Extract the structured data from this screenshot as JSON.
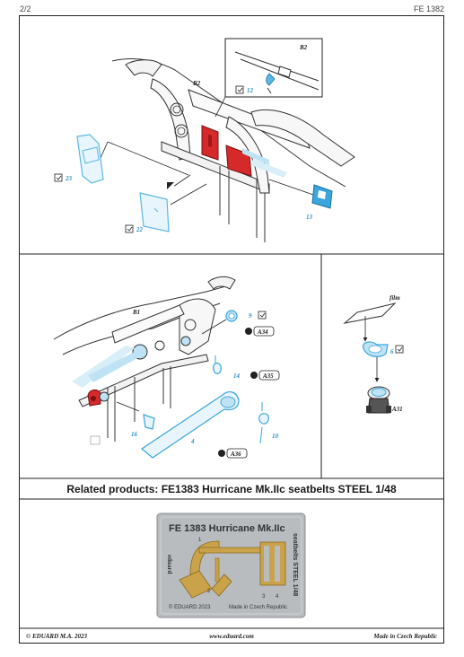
{
  "header": {
    "page": "2/2",
    "code": "FE 1382"
  },
  "diagram_top": {
    "labels": {
      "b2_main": "B2",
      "b2_inset": "B2"
    },
    "parts": {
      "p12": "12",
      "p13": "13",
      "p22": "22",
      "p23": "23"
    }
  },
  "diagram_mid_left": {
    "labels": {
      "b1": "B1"
    },
    "parts": {
      "p4": "4",
      "p9": "9",
      "p10": "10",
      "p14": "14",
      "p16": "16"
    },
    "refs": {
      "a34": "A34",
      "a35": "A35",
      "a36": "A36"
    }
  },
  "diagram_mid_right": {
    "labels": {
      "film": "film",
      "a31": "A31"
    },
    "parts": {
      "p6": "6"
    }
  },
  "related": "Related products: FE1383 Hurricane Mk.IIc seatbelts STEEL 1/48",
  "fret": {
    "title": "FE 1383  Hurricane Mk.IIc",
    "side": "seatbelts STEEL  1/48",
    "brand": "eduard",
    "copyright": "© EDUARD 2023",
    "made_in": "Made in Czech Republic",
    "parts": {
      "p1": "1",
      "p2": "2",
      "p3": "3",
      "p4": "4"
    }
  },
  "footer": {
    "left": "© EDUARD  M.A. 2023",
    "center": "www.eduard.com",
    "right": "Made in Czech Republic"
  },
  "colors": {
    "accent_blue": "#5bb8e6",
    "part_red": "#d62a2a",
    "fret_grey": "#b9bcbf"
  }
}
